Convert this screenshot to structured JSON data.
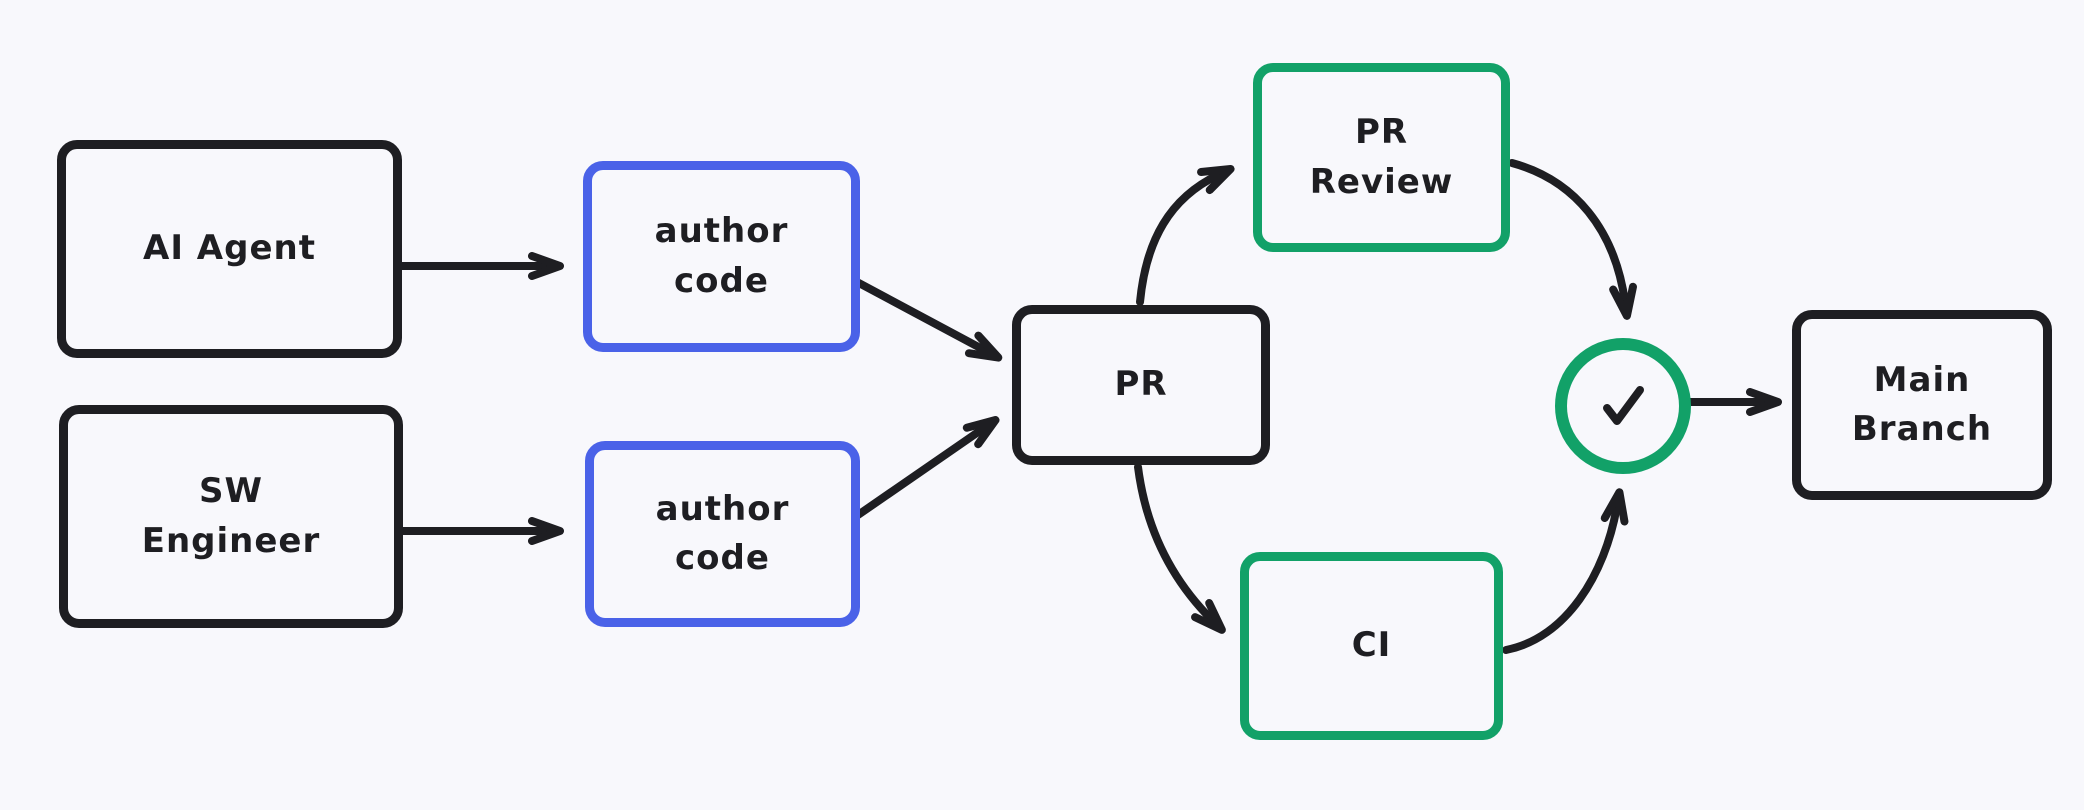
{
  "colors": {
    "background": "#f8f8fc",
    "ink": "#1e1e22",
    "blue": "#4a62e8",
    "green": "#12a168"
  },
  "diagram": {
    "nodes": {
      "ai_agent": {
        "label": "AI Agent",
        "stroke": "ink"
      },
      "sw_engineer": {
        "lines": [
          "SW",
          "Engineer"
        ],
        "stroke": "ink"
      },
      "author_code_top": {
        "lines": [
          "author",
          "code"
        ],
        "stroke": "blue"
      },
      "author_code_bottom": {
        "lines": [
          "author",
          "code"
        ],
        "stroke": "blue"
      },
      "pr": {
        "label": "PR",
        "stroke": "ink"
      },
      "pr_review": {
        "lines": [
          "PR",
          "Review"
        ],
        "stroke": "green"
      },
      "ci": {
        "label": "CI",
        "stroke": "green"
      },
      "check": {
        "icon": "checkmark",
        "stroke": "green"
      },
      "main_branch": {
        "lines": [
          "Main",
          "Branch"
        ],
        "stroke": "ink"
      }
    },
    "edges": [
      {
        "from": "ai_agent",
        "to": "author_code_top"
      },
      {
        "from": "sw_engineer",
        "to": "author_code_bottom"
      },
      {
        "from": "author_code_top",
        "to": "pr"
      },
      {
        "from": "author_code_bottom",
        "to": "pr"
      },
      {
        "from": "pr",
        "to": "pr_review"
      },
      {
        "from": "pr",
        "to": "ci"
      },
      {
        "from": "pr_review",
        "to": "check"
      },
      {
        "from": "ci",
        "to": "check"
      },
      {
        "from": "check",
        "to": "main_branch"
      }
    ]
  }
}
